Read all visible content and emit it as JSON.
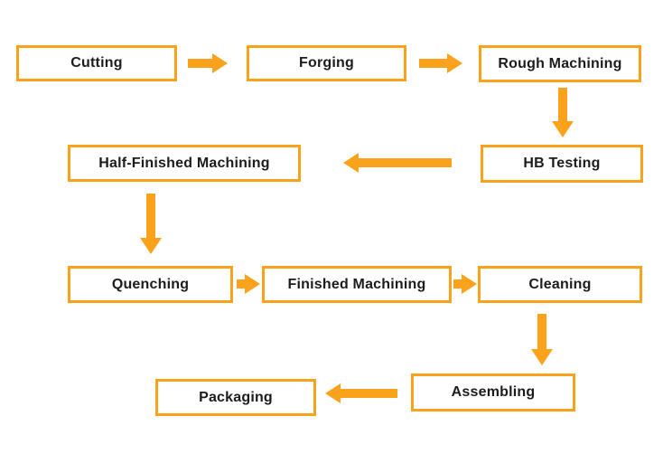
{
  "diagram": {
    "type": "flowchart",
    "accent_color": "#FAA21B",
    "text_color": "#1C1C1C",
    "background_color": "#FFFFFF",
    "nodes": [
      {
        "id": "cutting",
        "label": "Cutting"
      },
      {
        "id": "forging",
        "label": "Forging"
      },
      {
        "id": "rough-machining",
        "label": "Rough Machining"
      },
      {
        "id": "hb-testing",
        "label": "HB Testing"
      },
      {
        "id": "half-finished-machining",
        "label": "Half-Finished Machining"
      },
      {
        "id": "quenching",
        "label": "Quenching"
      },
      {
        "id": "finished-machining",
        "label": "Finished Machining"
      },
      {
        "id": "cleaning",
        "label": "Cleaning"
      },
      {
        "id": "assembling",
        "label": "Assembling"
      },
      {
        "id": "packaging",
        "label": "Packaging"
      }
    ],
    "edges": [
      {
        "from": "cutting",
        "to": "forging",
        "direction": "right"
      },
      {
        "from": "forging",
        "to": "rough-machining",
        "direction": "right"
      },
      {
        "from": "rough-machining",
        "to": "hb-testing",
        "direction": "down"
      },
      {
        "from": "hb-testing",
        "to": "half-finished-machining",
        "direction": "left"
      },
      {
        "from": "half-finished-machining",
        "to": "quenching",
        "direction": "down"
      },
      {
        "from": "quenching",
        "to": "finished-machining",
        "direction": "right"
      },
      {
        "from": "finished-machining",
        "to": "cleaning",
        "direction": "right"
      },
      {
        "from": "cleaning",
        "to": "assembling",
        "direction": "down"
      },
      {
        "from": "assembling",
        "to": "packaging",
        "direction": "left"
      }
    ]
  }
}
